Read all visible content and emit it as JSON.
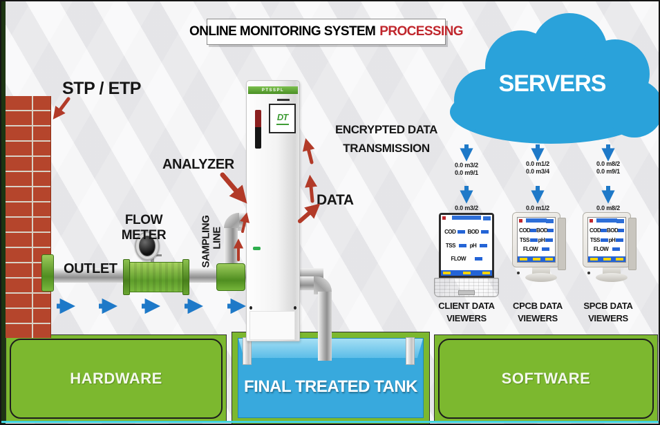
{
  "title": {
    "main": "ONLINE MONITORING SYSTEM",
    "highlight": "PROCESSING"
  },
  "colors": {
    "title_red": "#c0272d",
    "accent_green": "#7cb82f",
    "water_blue": "#38a9dd",
    "cloud_blue": "#2aa2da",
    "arrow_red": "#b23a28",
    "arrow_blue": "#1e79c8",
    "brick_red": "#b5452c"
  },
  "labels": {
    "stp_etp": "STP / ETP",
    "outlet": "OUTLET",
    "flow_meter": "FLOW METER",
    "sampling_1": "SAMPLING",
    "sampling_2": "LINE",
    "analyzer": "ANALYZER",
    "data": "DATA",
    "encrypted_1": "ENCRYPTED DATA",
    "encrypted_2": "TRANSMISSION",
    "servers": "SERVERS",
    "hardware": "HARDWARE",
    "software": "SOFTWARE",
    "tank": "FINAL TREATED TANK"
  },
  "analyzer_unit": {
    "brand": "PTSSPL",
    "logo": "DT"
  },
  "screen_params": {
    "p1": "COD",
    "p2": "BOD",
    "p3": "TSS",
    "p4": "pH",
    "p5": "FLOW"
  },
  "viewers": [
    {
      "line1": "CLIENT DATA",
      "line2": "VIEWERS",
      "v1": "0.0 m3/2",
      "v2": "0.0 m9/1",
      "v3": "0.0 m3/2"
    },
    {
      "line1": "CPCB DATA",
      "line2": "VIEWERS",
      "v1": "0.0 m1/2",
      "v2": "0.0 m3/4",
      "v3": "0.0 m1/2"
    },
    {
      "line1": "SPCB DATA",
      "line2": "VIEWERS",
      "v1": "0.0 m8/2",
      "v2": "0.0 m9/1",
      "v3": "0.0 m8/2"
    }
  ]
}
